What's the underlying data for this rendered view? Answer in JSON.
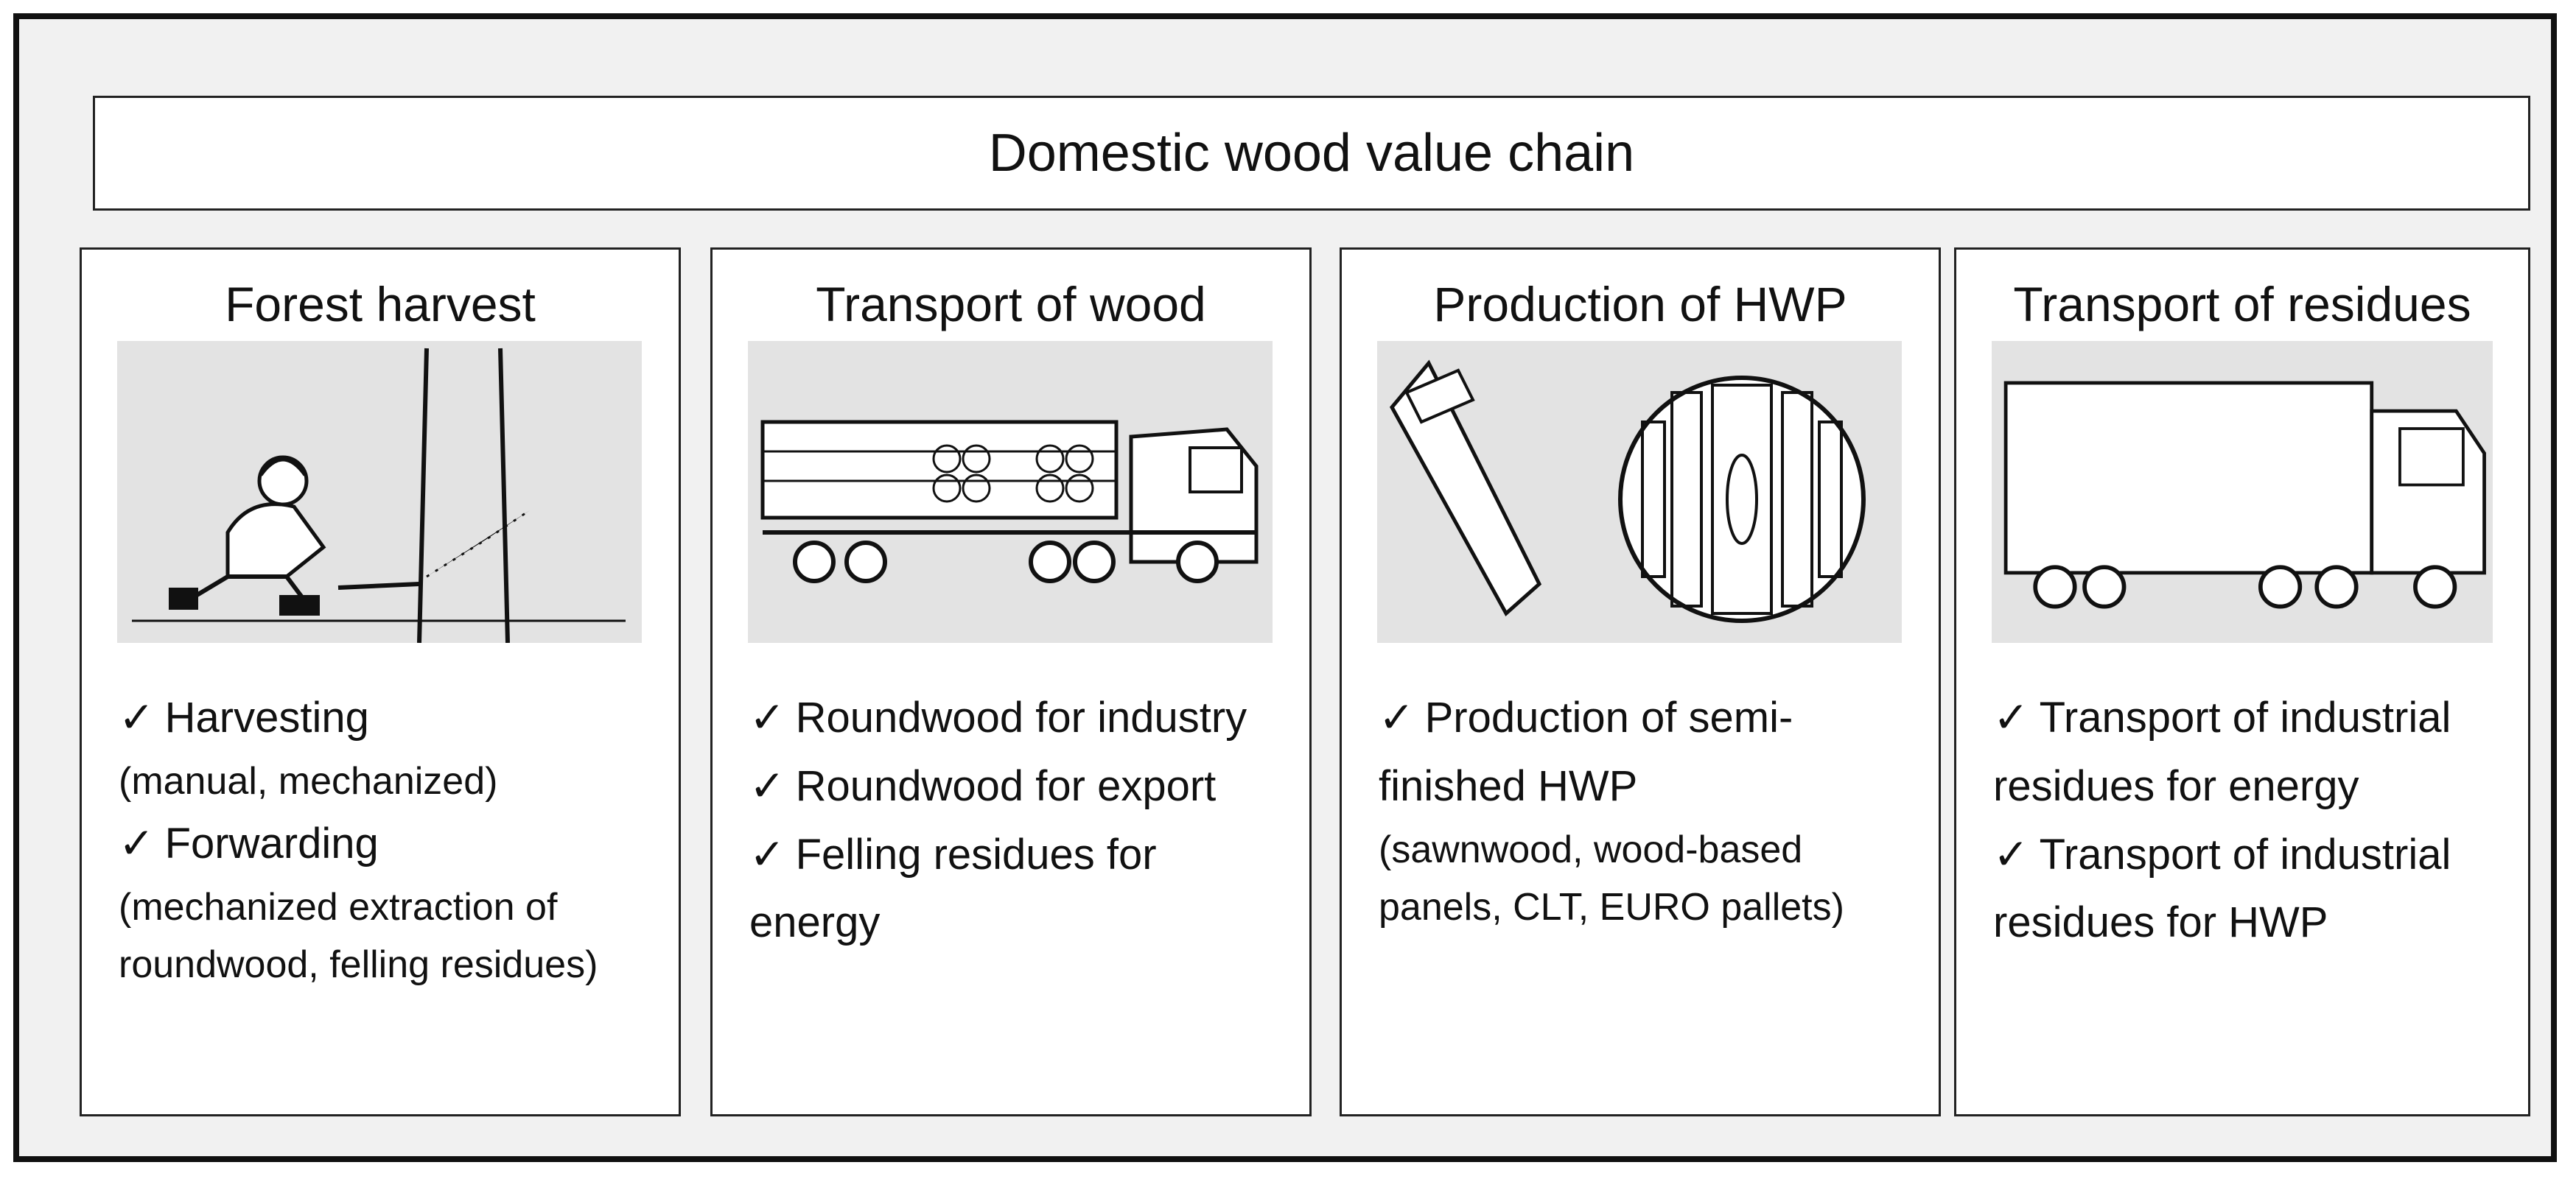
{
  "title": "Domestic wood value chain",
  "check_mark": "✓",
  "panels": [
    {
      "title": "Forest harvest",
      "icon": "forest-worker-chainsaw",
      "items": [
        {
          "text": "Harvesting",
          "note": "(manual, mechanized)"
        },
        {
          "text": "Forwarding",
          "note": "(mechanized extraction of roundwood, felling residues)"
        }
      ]
    },
    {
      "title": "Transport of wood",
      "icon": "log-truck",
      "items": [
        {
          "text": "Roundwood for industry"
        },
        {
          "text": "Roundwood for export"
        },
        {
          "text": "Felling residues for energy"
        }
      ]
    },
    {
      "title": "Production of HWP",
      "icon": "saw-and-log-cross-section",
      "items": [
        {
          "text": "Production of semi-finished HWP",
          "note": "(sawnwood, wood-based panels, CLT, EURO pallets)"
        }
      ]
    },
    {
      "title": "Transport of residues",
      "icon": "box-truck",
      "items": [
        {
          "text": "Transport of industrial residues for energy"
        },
        {
          "text": "Transport of industrial residues for HWP"
        }
      ]
    }
  ]
}
